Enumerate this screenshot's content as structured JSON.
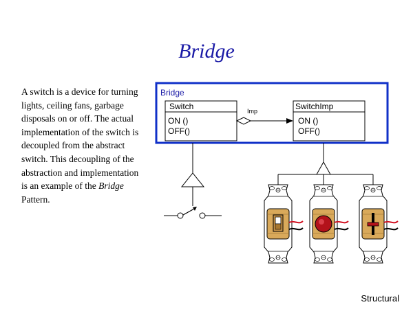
{
  "title": "Bridge",
  "description": {
    "before": "A switch is a device for turning lights, ceiling fans, garbage disposals on or off. The actual implementation of the switch is decoupled from the abstract switch. This decoupling of the abstraction and implementation is an example of the ",
    "emphasis": "Bridge",
    "after": " Pattern."
  },
  "diagram": {
    "package_label": "Bridge",
    "abstraction": {
      "name": "Switch",
      "methods": [
        "ON ()",
        "OFF()"
      ]
    },
    "implementor": {
      "name": "SwitchImp",
      "methods": [
        "ON ()",
        "OFF()"
      ]
    },
    "association_label": "Imp"
  },
  "footer": "Structural",
  "colors": {
    "title": "#1a1aa6",
    "package_border": "#1030c8",
    "package_label": "#1a1aa6",
    "switch_body": "#d9a95a",
    "switch_button_red": "#b3121b",
    "wire_red": "#d01020"
  }
}
